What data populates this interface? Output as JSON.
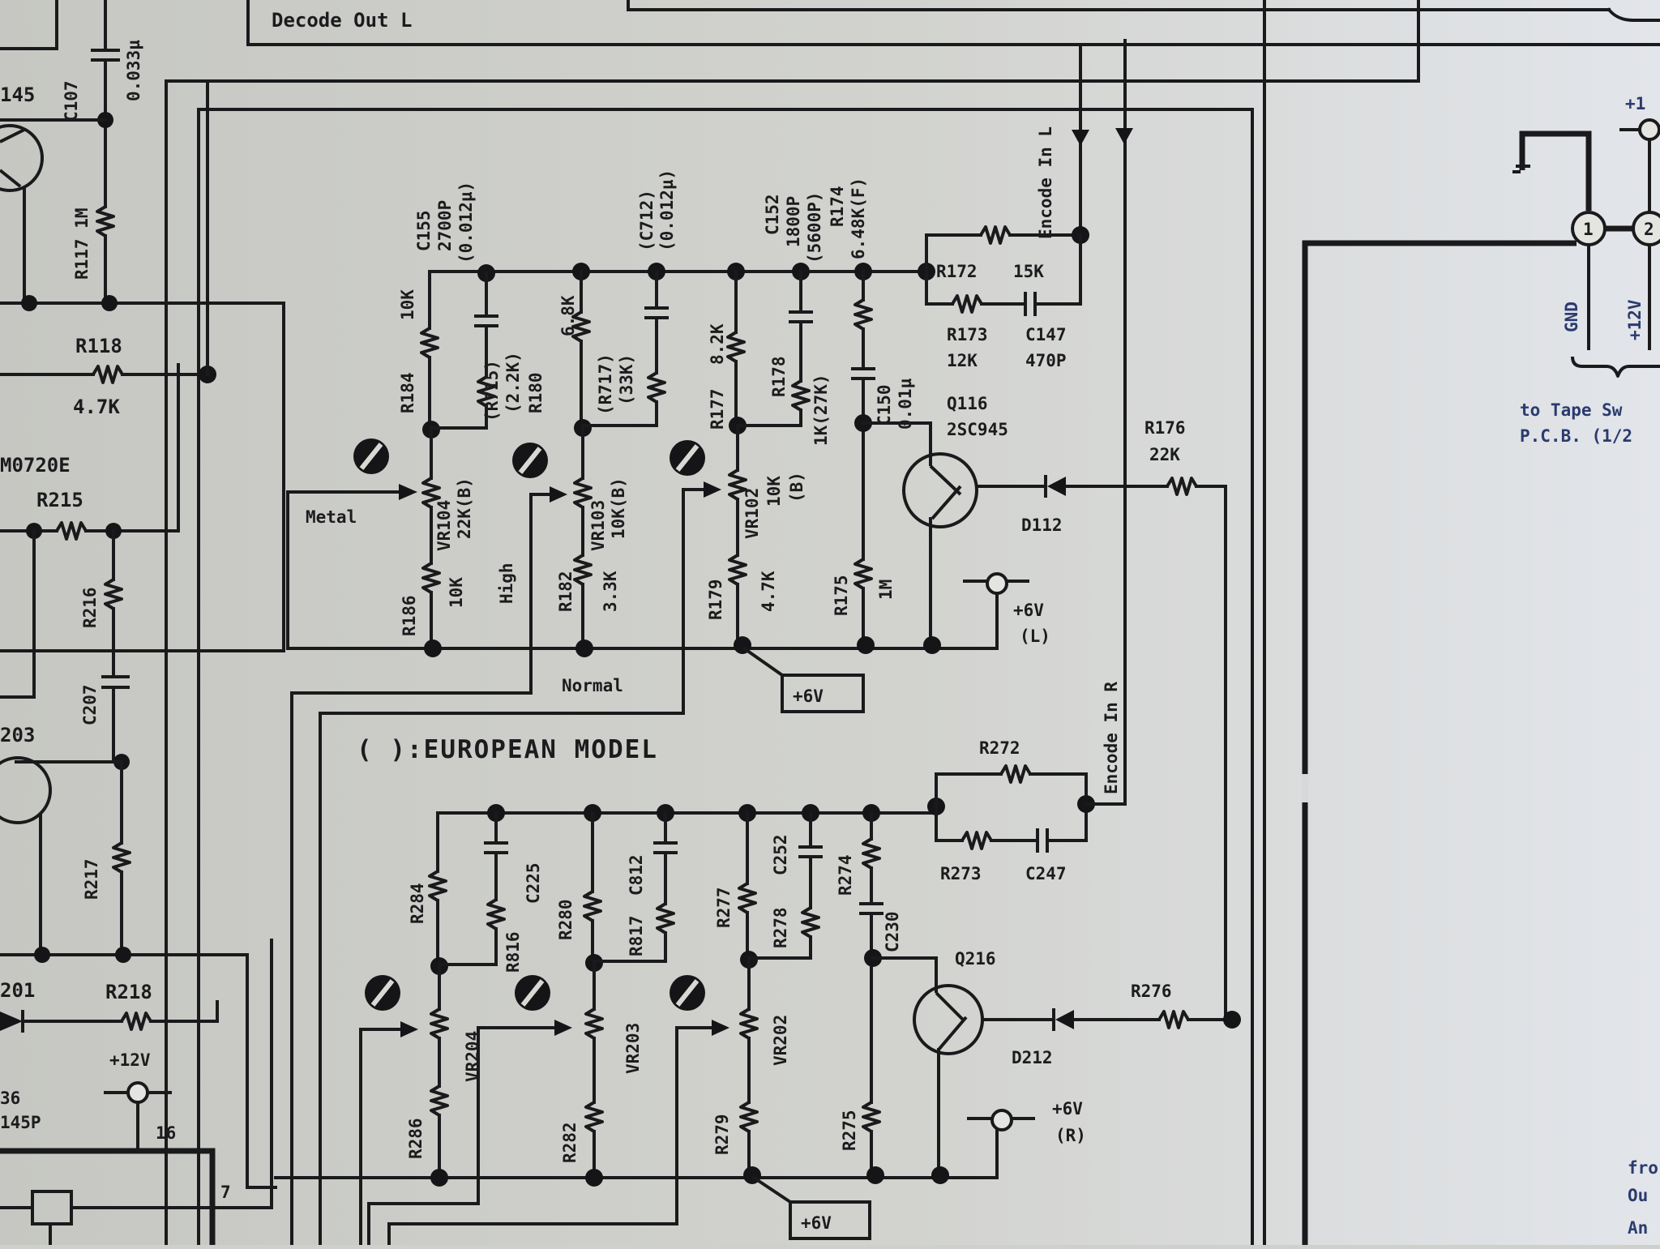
{
  "top": {
    "decode_out_label": "Decode Out L",
    "c107_ref": "C107",
    "c107_val": "0.033µ",
    "q145_partial": "145",
    "r117_label": "R117 1M",
    "r118_ref": "R118",
    "r118_val": "4.7K",
    "ic_partial": "M0720E",
    "r215_ref": "R215",
    "r216_ref": "R216",
    "c207_ref": "C207",
    "q203_partial": "203",
    "r217_ref": "R217",
    "d201_partial": "201",
    "r218_ref": "R218",
    "plus12v_bottom": "+12V",
    "ic_partial_2a": "36",
    "ic_partial_2b": "145P",
    "pin16": "16",
    "pin7": "7"
  },
  "left_channel": {
    "c155": {
      "ref": "C155",
      "val": "2700P",
      "alt": "(0.012µ)"
    },
    "r184": {
      "ref": "R184",
      "val": "10K"
    },
    "r715": {
      "ref": "(R715)",
      "val": "(2.2K)"
    },
    "r180": {
      "ref": "R180",
      "val": "6.8K"
    },
    "c712": {
      "ref": "(C712)",
      "val": "(0.012µ)"
    },
    "r717": {
      "ref": "(R717)",
      "val": "(33K)"
    },
    "r177": {
      "ref": "R177",
      "val": "8.2K"
    },
    "c152": {
      "ref": "C152",
      "val": "1800P",
      "alt": "(5600P)"
    },
    "r178": {
      "ref": "R178",
      "val": "1K(27K)"
    },
    "r174": {
      "ref": "R174",
      "val": "6.48K(F)"
    },
    "r172": {
      "ref": "R172",
      "val": "15K"
    },
    "r173": {
      "ref": "R173",
      "val": "12K"
    },
    "c147": {
      "ref": "C147",
      "val": "470P"
    },
    "c150": {
      "ref": "C150",
      "val": "0.01µ"
    },
    "q116": {
      "ref": "Q116",
      "val": "2SC945"
    },
    "r176": {
      "ref": "R176",
      "val": "22K"
    },
    "d112": {
      "ref": "D112"
    },
    "vr104": {
      "ref": "VR104",
      "val": "22K(B)"
    },
    "vr103": {
      "ref": "VR103",
      "val": "10K(B)"
    },
    "vr102": {
      "ref": "VR102",
      "val": "10K",
      "alt": "(B)"
    },
    "r186": {
      "ref": "R186",
      "val": "10K"
    },
    "r182": {
      "ref": "R182",
      "val": "3.3K"
    },
    "r179": {
      "ref": "R179",
      "val": "4.7K"
    },
    "r175": {
      "ref": "R175",
      "val": "1M"
    },
    "encode_in": "Encode In L",
    "supply_label": "+6V",
    "supply_sub": "(L)",
    "supply_box": "+6V"
  },
  "switch_labels": {
    "metal": "Metal",
    "high": "High",
    "normal": "Normal"
  },
  "note": "( ):EUROPEAN MODEL",
  "right_channel": {
    "c225": "C225",
    "r284": "R284",
    "r816": "R816",
    "r280": "R280",
    "r817": "R817",
    "c812": "C812",
    "r277": "R277",
    "r278": "R278",
    "c252": "C252",
    "r274": "R274",
    "c230": "C230",
    "r272": "R272",
    "r273": "R273",
    "c247": "C247",
    "q216": "Q216",
    "r276": "R276",
    "d212": "D212",
    "vr204": "VR204",
    "vr203": "VR203",
    "vr202": "VR202",
    "r286": "R286",
    "r282": "R282",
    "r279": "R279",
    "r275": "R275",
    "encode_in": "Encode In R",
    "supply_label": "+6V",
    "supply_sub": "(R)",
    "supply_box": "+6V"
  },
  "connector": {
    "pin1": "1",
    "pin2": "2",
    "gnd": "GND",
    "v12": "+12V",
    "v_top_partial": "+1",
    "dest_line1": "to Tape Sw",
    "dest_line2": "P.C.B. (1/2"
  },
  "bottom_right_partial": {
    "line1": "fro",
    "line2": "Ou",
    "line3": "An"
  },
  "colors": {
    "paper": "#cfd0cc",
    "ink": "#1a1a1c",
    "ink_blue": "#2e3d6a"
  }
}
